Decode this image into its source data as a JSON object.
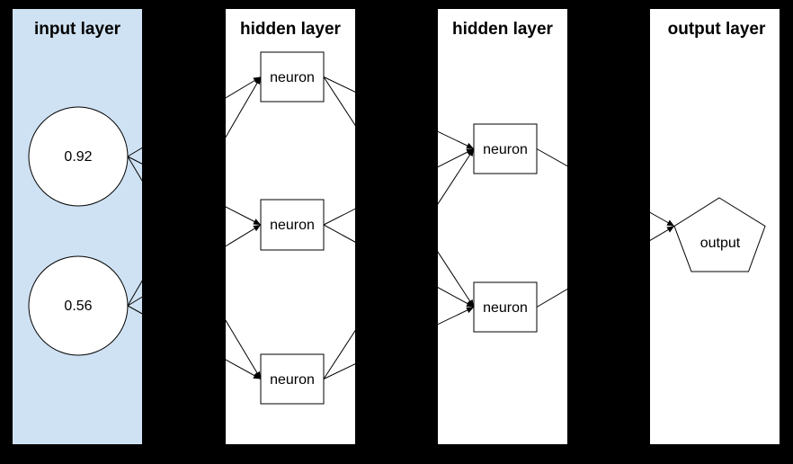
{
  "diagram": {
    "background_color": "#000000",
    "node_fill": "#ffffff",
    "stroke_color": "#000000",
    "layers": [
      {
        "id": "input",
        "title": "input layer",
        "panel_color": "#cfe2f3",
        "nodes": [
          {
            "id": "in1",
            "shape": "circle",
            "label": "0.92"
          },
          {
            "id": "in2",
            "shape": "circle",
            "label": "0.56"
          }
        ]
      },
      {
        "id": "hidden1",
        "title": "hidden layer",
        "panel_color": "#ffffff",
        "nodes": [
          {
            "id": "h1n1",
            "shape": "rectangle",
            "label": "neuron"
          },
          {
            "id": "h1n2",
            "shape": "rectangle",
            "label": "neuron"
          },
          {
            "id": "h1n3",
            "shape": "rectangle",
            "label": "neuron"
          }
        ]
      },
      {
        "id": "hidden2",
        "title": "hidden layer",
        "panel_color": "#ffffff",
        "nodes": [
          {
            "id": "h2n1",
            "shape": "rectangle",
            "label": "neuron"
          },
          {
            "id": "h2n2",
            "shape": "rectangle",
            "label": "neuron"
          }
        ]
      },
      {
        "id": "output",
        "title": "output layer",
        "panel_color": "#ffffff",
        "nodes": [
          {
            "id": "out1",
            "shape": "pentagon",
            "label": "output"
          }
        ]
      }
    ],
    "edges": [
      {
        "from": "in1",
        "to": "h1n1"
      },
      {
        "from": "in1",
        "to": "h1n2"
      },
      {
        "from": "in1",
        "to": "h1n3"
      },
      {
        "from": "in2",
        "to": "h1n1"
      },
      {
        "from": "in2",
        "to": "h1n2"
      },
      {
        "from": "in2",
        "to": "h1n3"
      },
      {
        "from": "h1n1",
        "to": "h2n1"
      },
      {
        "from": "h1n1",
        "to": "h2n2"
      },
      {
        "from": "h1n2",
        "to": "h2n1"
      },
      {
        "from": "h1n2",
        "to": "h2n2"
      },
      {
        "from": "h1n3",
        "to": "h2n1"
      },
      {
        "from": "h1n3",
        "to": "h2n2"
      },
      {
        "from": "h2n1",
        "to": "out1"
      },
      {
        "from": "h2n2",
        "to": "out1"
      }
    ]
  }
}
